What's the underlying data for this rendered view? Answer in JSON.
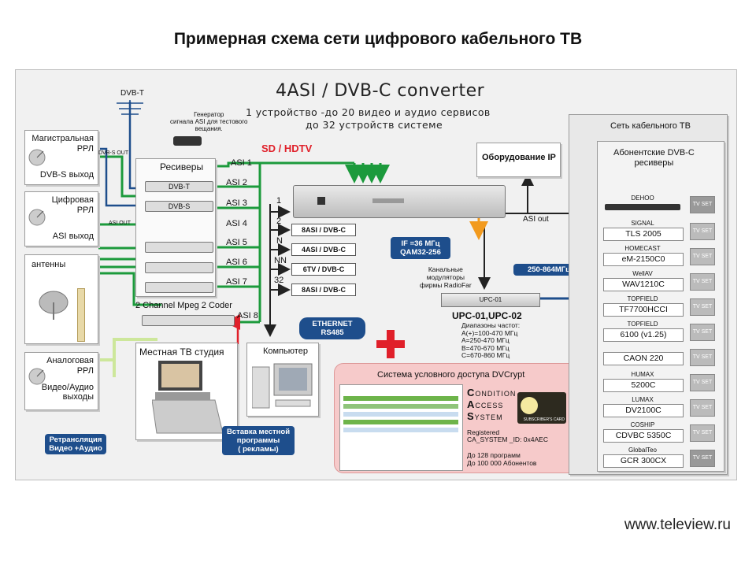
{
  "page": {
    "title": "Примерная схема сети цифрового кабельного ТВ",
    "footer": "www.teleview.ru"
  },
  "converter": {
    "title": "4ASI / DVB-C converter",
    "line1": "1 устройство -до 20 видео и аудио сервисов",
    "line2": "до 32 устройств системе"
  },
  "left": {
    "dvbt_antenna": "DVB-T",
    "generator": [
      "Генератор",
      "сигнала ASI для тестового",
      "вещания."
    ],
    "sources": [
      {
        "title": [
          "Магистральная",
          "РРЛ"
        ],
        "bottom": "DVB-S выход",
        "link": "DVB-S OUT"
      },
      {
        "title": [
          "Цифровая",
          "РРЛ"
        ],
        "bottom": "ASI выход",
        "link": "ASI OUT"
      },
      {
        "title": [
          "антенны"
        ],
        "bottom": "",
        "link": ""
      },
      {
        "title": [
          "Аналоговая",
          "РРЛ"
        ],
        "bottom": "Видео/Аудио выходы",
        "link": ""
      }
    ],
    "retrans": "Ретрансляция Видео +Аудио"
  },
  "receivers": {
    "title": "Ресиверы",
    "units": [
      "DVB-T",
      "DVB-S",
      "",
      "",
      ""
    ],
    "coder": "2 Channel Mpeg 2 Coder",
    "asi": [
      "ASI 1",
      "ASI 2",
      "ASI 3",
      "ASI 4",
      "ASI 5",
      "ASI 6",
      "ASI 7",
      "ASI 8"
    ]
  },
  "center": {
    "sd_hdtv": "SD / HDTV",
    "ip_box": "Оборудование IP",
    "asi_out": "ASI out",
    "counts": [
      "1",
      "2",
      "N",
      "NN",
      "32"
    ],
    "modules": [
      "8ASI / DVB-C",
      "4ASI / DVB-C",
      "6TV / DVB-C",
      "8ASI / DVB-C"
    ],
    "ethernet": [
      "ETHERNET",
      "RS485"
    ],
    "computer": "Компьютер",
    "studio": "Местная ТВ студия",
    "insert": [
      "Вставка местной",
      "программы",
      "( рекламы)"
    ]
  },
  "modulators": {
    "if_tag": [
      "IF =36 МГц",
      "QAM32-256"
    ],
    "channel_label": [
      "Канальные",
      "модуляторы",
      "фирмы RadioFar"
    ],
    "unit_label": "UPC-01",
    "model": "UPC-01,UPC-02",
    "ranges": [
      "Диапазоны частот:",
      "A(+)=100-470 МГц",
      "A=250-470 МГц",
      "B=470-670 МГц",
      "C=670-860 МГц"
    ],
    "band": "250-864МГц"
  },
  "cas": {
    "title": "Система условного доступа DVCrypt",
    "words": [
      [
        "C",
        "ONDITION"
      ],
      [
        "A",
        "CCESS"
      ],
      [
        "S",
        "YSTEM"
      ]
    ],
    "registered": [
      "Registered",
      "CA_SYSTEM _ID: 0x4AEC"
    ],
    "limits": [
      "До 128 программ",
      "До 100 000 Абонентов"
    ],
    "card": "SUBSCRIBER'S CARD"
  },
  "network": {
    "title": "Сеть кабельного ТВ",
    "subscribers_title": [
      "Абонентские DVB-C",
      "ресиверы"
    ],
    "tv_label": "TV SET",
    "receivers": [
      {
        "brand": "DEHOO",
        "model": ""
      },
      {
        "brand": "SIGNAL",
        "model": "TLS 2005"
      },
      {
        "brand": "HOMECAST",
        "model": "eM-2150C0"
      },
      {
        "brand": "WellAV",
        "model": "WAV1210C"
      },
      {
        "brand": "TOPFIELD",
        "model": "TF7700HCCI"
      },
      {
        "brand": "TOPFIELD",
        "model": "6100 (v1.25)"
      },
      {
        "brand": "",
        "model": "CAON 220"
      },
      {
        "brand": "HUMAX",
        "model": "5200C"
      },
      {
        "brand": "LUMAX",
        "model": "DV2100C"
      },
      {
        "brand": "COSHIP",
        "model": "CDVBC 5350C"
      },
      {
        "brand": "GlobalTeo",
        "model": "GCR 300CX"
      }
    ]
  },
  "colors": {
    "green": "#1c9a3c",
    "blue": "#1e4e8c",
    "red": "#e0202a",
    "dark": "#222222",
    "orange": "#f29a1e"
  }
}
